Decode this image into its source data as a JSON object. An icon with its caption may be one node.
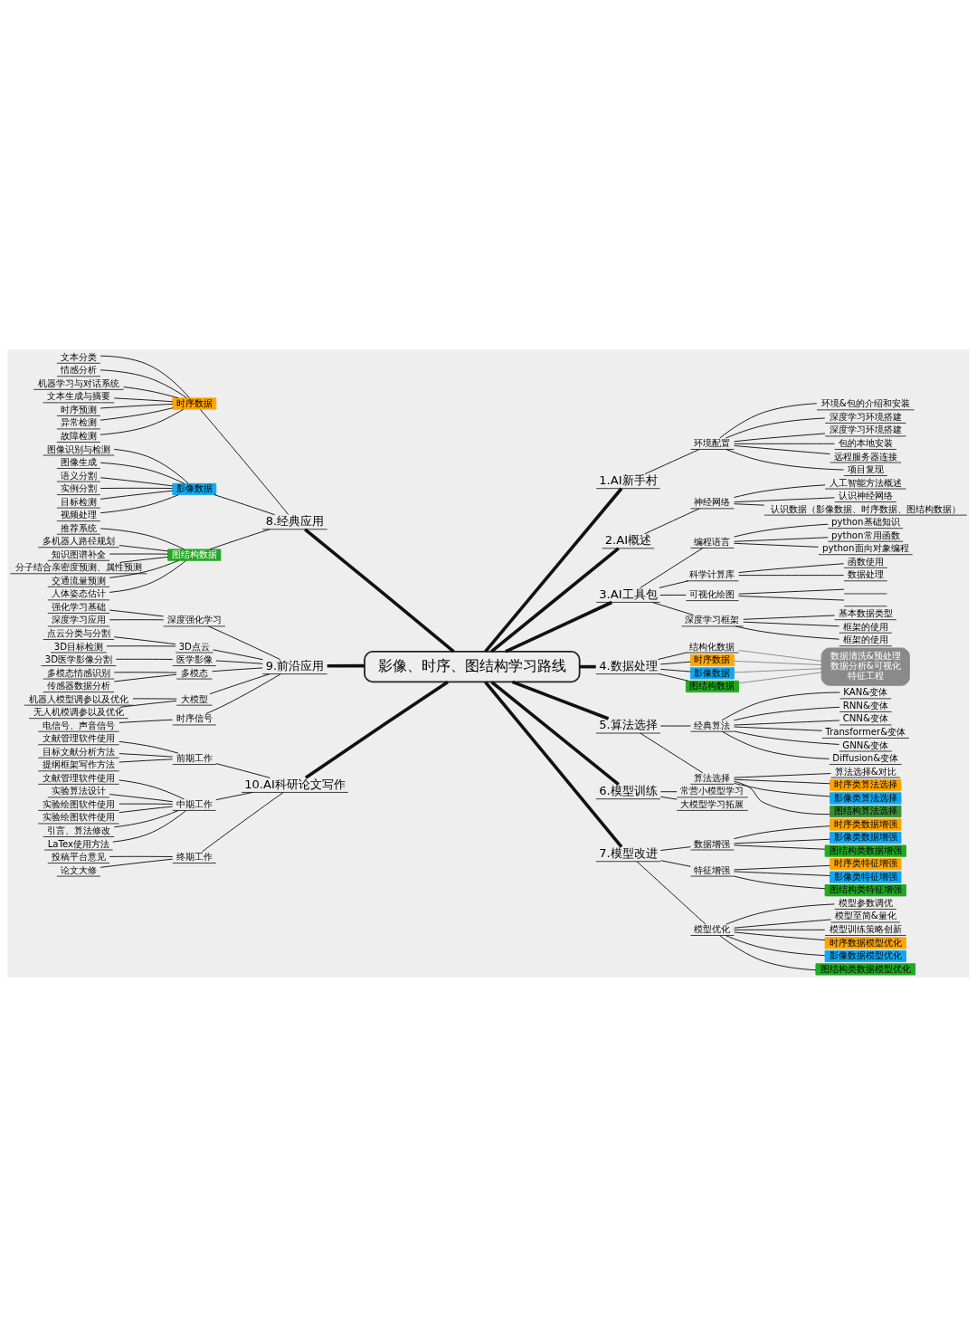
{
  "diagram": {
    "nodes": [
      {
        "text": [
          "影像、时序、图结构学习路线"
        ]
      },
      {
        "text": [
          "1.AI新手村"
        ]
      },
      {
        "text": [
          "环境配置"
        ]
      },
      {
        "text": [
          "环境&包的介绍和安装"
        ]
      },
      {
        "text": [
          "深度学习环境搭建"
        ]
      },
      {
        "text": [
          "深度学习环境搭建"
        ]
      },
      {
        "text": [
          "包的本地安装"
        ]
      },
      {
        "text": [
          "远程服务器连接"
        ]
      },
      {
        "text": [
          "项目复现"
        ]
      },
      {
        "text": [
          "2.AI概述"
        ]
      },
      {
        "text": [
          "神经网络"
        ]
      },
      {
        "text": [
          "人工智能方法概述"
        ]
      },
      {
        "text": [
          "认识神经网络"
        ]
      },
      {
        "text": [
          "认识数据（影像数据、时序数据、图结构数据）"
        ]
      },
      {
        "text": [
          "3.AI工具包"
        ]
      },
      {
        "text": [
          "编程语言"
        ]
      },
      {
        "text": [
          "python基础知识"
        ]
      },
      {
        "text": [
          "python常用函数"
        ]
      },
      {
        "text": [
          "python面向对象编程"
        ]
      },
      {
        "text": [
          "科学计算库"
        ]
      },
      {
        "text": [
          "函数使用"
        ]
      },
      {
        "text": [
          "数据处理"
        ]
      },
      {
        "text": [
          "可视化绘图"
        ]
      },
      {
        "text": [],
        "shape": "line"
      },
      {
        "text": [],
        "shape": "line"
      },
      {
        "text": [
          "深度学习框架"
        ]
      },
      {
        "text": [
          "基本数据类型"
        ]
      },
      {
        "text": [
          "框架的使用"
        ]
      },
      {
        "text": [
          "框架的使用"
        ]
      },
      {
        "text": [
          "4.数据处理"
        ]
      },
      {
        "text": [
          "结构化数据"
        ]
      },
      {
        "text": [
          "时序数据"
        ]
      },
      {
        "text": [
          "影像数据"
        ]
      },
      {
        "text": [
          "图结构数据"
        ]
      },
      {
        "text": [
          "数据清洗&预处理",
          "数据分析&可视化",
          "特征工程"
        ]
      },
      {
        "text": [
          "5.算法选择"
        ]
      },
      {
        "text": [
          "经典算法"
        ]
      },
      {
        "text": [
          "KAN&变体"
        ]
      },
      {
        "text": [
          "RNN&变体"
        ]
      },
      {
        "text": [
          "CNN&变体"
        ]
      },
      {
        "text": [
          "Transformer&变体"
        ]
      },
      {
        "text": [
          "GNN&变体"
        ]
      },
      {
        "text": [
          "Diffusion&变体"
        ]
      },
      {
        "text": [
          "算法选择"
        ]
      },
      {
        "text": [
          "算法选择&对比"
        ]
      },
      {
        "text": [
          "时序类算法选择"
        ]
      },
      {
        "text": [
          "影像类算法选择"
        ]
      },
      {
        "text": [
          "图结构算法选择"
        ]
      },
      {
        "text": [
          "6.模型训练"
        ]
      },
      {
        "text": [
          "常营小模型学习"
        ]
      },
      {
        "text": [
          "大模型学习拓展"
        ]
      },
      {
        "text": [
          "7.模型改进"
        ]
      },
      {
        "text": [
          "数据增强"
        ]
      },
      {
        "text": [
          "时序类数据增强"
        ]
      },
      {
        "text": [
          "影像类数据增强"
        ]
      },
      {
        "text": [
          "图结构类数据增强"
        ]
      },
      {
        "text": [
          "特征增强"
        ]
      },
      {
        "text": [
          "时序类特征增强"
        ]
      },
      {
        "text": [
          "影像类特征增强"
        ]
      },
      {
        "text": [
          "图结构类特征增强"
        ]
      },
      {
        "text": [
          "模型优化"
        ]
      },
      {
        "text": [
          "模型参数调优"
        ]
      },
      {
        "text": [
          "模型至简&量化"
        ]
      },
      {
        "text": [
          "模型训练策略创新"
        ]
      },
      {
        "text": [
          "时序数据模型优化"
        ]
      },
      {
        "text": [
          "影像数据模型优化"
        ]
      },
      {
        "text": [
          "图结构类数据模型优化"
        ]
      },
      {
        "text": [
          "8.经典应用"
        ]
      },
      {
        "text": [
          "时序数据"
        ]
      },
      {
        "text": [
          "文本分类"
        ]
      },
      {
        "text": [
          "情感分析"
        ]
      },
      {
        "text": [
          "机器学习与对话系统"
        ]
      },
      {
        "text": [
          "文本生成与摘要"
        ]
      },
      {
        "text": [
          "时序预测"
        ]
      },
      {
        "text": [
          "异常检测"
        ]
      },
      {
        "text": [
          "故障检测"
        ]
      },
      {
        "text": [
          "影像数据"
        ]
      },
      {
        "text": [
          "图像识别与检测"
        ]
      },
      {
        "text": [
          "图像生成"
        ]
      },
      {
        "text": [
          "语义分割"
        ]
      },
      {
        "text": [
          "实例分割"
        ]
      },
      {
        "text": [
          "目标检测"
        ]
      },
      {
        "text": [
          "视频处理"
        ]
      },
      {
        "text": [
          "图结构数据"
        ]
      },
      {
        "text": [
          "推荐系统"
        ]
      },
      {
        "text": [
          "多机器人路径规划"
        ]
      },
      {
        "text": [
          "知识图谱补全"
        ]
      },
      {
        "text": [
          "分子结合亲密度预测、属性预测"
        ]
      },
      {
        "text": [
          "交通流量预测"
        ]
      },
      {
        "text": [
          "人体姿态估计"
        ]
      },
      {
        "text": [
          "9.前沿应用"
        ]
      },
      {
        "text": [
          "深度强化学习"
        ]
      },
      {
        "text": [
          "强化学习基础"
        ]
      },
      {
        "text": [
          "深度学习应用"
        ]
      },
      {
        "text": [
          "3D点云"
        ]
      },
      {
        "text": [
          "点云分类与分割"
        ]
      },
      {
        "text": [
          "3D目标检测"
        ]
      },
      {
        "text": [
          "医学影像"
        ]
      },
      {
        "text": [
          "3D医学影像分割"
        ]
      },
      {
        "text": [
          "多模态"
        ]
      },
      {
        "text": [
          "多模态情感识别"
        ]
      },
      {
        "text": [
          "传感器数据分析"
        ]
      },
      {
        "text": [
          "大模型"
        ]
      },
      {
        "text": [
          "机器人模型调参以及优化"
        ]
      },
      {
        "text": [
          "无人机模调参以及优化"
        ]
      },
      {
        "text": [
          "时序信号"
        ]
      },
      {
        "text": [
          "电信号、声音信号"
        ]
      },
      {
        "text": [
          "10.AI科研论文写作"
        ]
      },
      {
        "text": [
          "前期工作"
        ]
      },
      {
        "text": [
          "文献管理软件使用"
        ]
      },
      {
        "text": [
          "目标文献分析方法"
        ]
      },
      {
        "text": [
          "提纲框架写作方法"
        ]
      },
      {
        "text": [
          "中期工作"
        ]
      },
      {
        "text": [
          "文献管理软件使用"
        ]
      },
      {
        "text": [
          "实验算法设计"
        ]
      },
      {
        "text": [
          "实验绘图软件使用"
        ]
      },
      {
        "text": [
          "实验绘图软件使用"
        ]
      },
      {
        "text": [
          "引言、算法修改"
        ]
      },
      {
        "text": [
          "LaTex使用方法"
        ]
      },
      {
        "text": [
          "终期工作"
        ]
      },
      {
        "text": [
          "投稿平台意见"
        ]
      },
      {
        "text": [
          "论文大修"
        ]
      }
    ],
    "edges": [
      {
        "from": 0,
        "to": 1,
        "arrow": "none",
        "style": "thick"
      },
      {
        "from": 1,
        "to": 2,
        "arrow": "none"
      },
      {
        "from": 2,
        "to": 3,
        "arrow": "none"
      },
      {
        "from": 2,
        "to": 4,
        "arrow": "none"
      },
      {
        "from": 2,
        "to": 5,
        "arrow": "none"
      },
      {
        "from": 2,
        "to": 6,
        "arrow": "none"
      },
      {
        "from": 2,
        "to": 7,
        "arrow": "none"
      },
      {
        "from": 2,
        "to": 8,
        "arrow": "none"
      },
      {
        "from": 0,
        "to": 9,
        "arrow": "none",
        "style": "thick"
      },
      {
        "from": 9,
        "to": 10,
        "arrow": "none"
      },
      {
        "from": 10,
        "to": 11,
        "arrow": "none"
      },
      {
        "from": 10,
        "to": 12,
        "arrow": "none"
      },
      {
        "from": 10,
        "to": 13,
        "arrow": "none"
      },
      {
        "from": 0,
        "to": 14,
        "arrow": "none",
        "style": "thick"
      },
      {
        "from": 14,
        "to": 15,
        "arrow": "none"
      },
      {
        "from": 15,
        "to": 16,
        "arrow": "none"
      },
      {
        "from": 15,
        "to": 17,
        "arrow": "none"
      },
      {
        "from": 15,
        "to": 18,
        "arrow": "none"
      },
      {
        "from": 14,
        "to": 19,
        "arrow": "none"
      },
      {
        "from": 19,
        "to": 20,
        "arrow": "none"
      },
      {
        "from": 19,
        "to": 21,
        "arrow": "none"
      },
      {
        "from": 14,
        "to": 22,
        "arrow": "none"
      },
      {
        "from": 22,
        "to": 23,
        "arrow": "none"
      },
      {
        "from": 22,
        "to": 24,
        "arrow": "none"
      },
      {
        "from": 14,
        "to": 25,
        "arrow": "none"
      },
      {
        "from": 25,
        "to": 26,
        "arrow": "none"
      },
      {
        "from": 25,
        "to": 27,
        "arrow": "none"
      },
      {
        "from": 25,
        "to": 28,
        "arrow": "none"
      },
      {
        "from": 0,
        "to": 29,
        "arrow": "none",
        "style": "thick"
      },
      {
        "from": 29,
        "to": 30,
        "arrow": "none"
      },
      {
        "from": 29,
        "to": 31,
        "arrow": "none"
      },
      {
        "from": 29,
        "to": 32,
        "arrow": "none"
      },
      {
        "from": 29,
        "to": 33,
        "arrow": "none"
      },
      {
        "from": 30,
        "to": 34,
        "arrow": "none",
        "color": "#888888"
      },
      {
        "from": 31,
        "to": 34,
        "arrow": "none",
        "color": "#888888"
      },
      {
        "from": 32,
        "to": 34,
        "arrow": "none",
        "color": "#888888"
      },
      {
        "from": 33,
        "to": 34,
        "arrow": "none",
        "color": "#888888"
      },
      {
        "from": 0,
        "to": 35,
        "arrow": "none",
        "style": "thick"
      },
      {
        "from": 35,
        "to": 36,
        "arrow": "none"
      },
      {
        "from": 36,
        "to": 37,
        "arrow": "none"
      },
      {
        "from": 36,
        "to": 38,
        "arrow": "none"
      },
      {
        "from": 36,
        "to": 39,
        "arrow": "none"
      },
      {
        "from": 36,
        "to": 40,
        "arrow": "none"
      },
      {
        "from": 36,
        "to": 41,
        "arrow": "none"
      },
      {
        "from": 36,
        "to": 42,
        "arrow": "none"
      },
      {
        "from": 35,
        "to": 43,
        "arrow": "none"
      },
      {
        "from": 43,
        "to": 44,
        "arrow": "none"
      },
      {
        "from": 43,
        "to": 45,
        "arrow": "none"
      },
      {
        "from": 43,
        "to": 46,
        "arrow": "none"
      },
      {
        "from": 43,
        "to": 47,
        "arrow": "none"
      },
      {
        "from": 0,
        "to": 48,
        "arrow": "none",
        "style": "thick"
      },
      {
        "from": 48,
        "to": 49,
        "arrow": "none"
      },
      {
        "from": 48,
        "to": 50,
        "arrow": "none"
      },
      {
        "from": 0,
        "to": 51,
        "arrow": "none",
        "style": "thick"
      },
      {
        "from": 51,
        "to": 52,
        "arrow": "none"
      },
      {
        "from": 52,
        "to": 53,
        "arrow": "none"
      },
      {
        "from": 52,
        "to": 54,
        "arrow": "none"
      },
      {
        "from": 52,
        "to": 55,
        "arrow": "none"
      },
      {
        "from": 51,
        "to": 56,
        "arrow": "none"
      },
      {
        "from": 56,
        "to": 57,
        "arrow": "none"
      },
      {
        "from": 56,
        "to": 58,
        "arrow": "none"
      },
      {
        "from": 56,
        "to": 59,
        "arrow": "none"
      },
      {
        "from": 51,
        "to": 60,
        "arrow": "none"
      },
      {
        "from": 60,
        "to": 61,
        "arrow": "none"
      },
      {
        "from": 60,
        "to": 62,
        "arrow": "none"
      },
      {
        "from": 60,
        "to": 63,
        "arrow": "none"
      },
      {
        "from": 60,
        "to": 64,
        "arrow": "none"
      },
      {
        "from": 60,
        "to": 65,
        "arrow": "none"
      },
      {
        "from": 60,
        "to": 66,
        "arrow": "none"
      },
      {
        "from": 0,
        "to": 67,
        "arrow": "none",
        "style": "thick"
      },
      {
        "from": 67,
        "to": 68,
        "arrow": "none"
      },
      {
        "from": 68,
        "to": 69,
        "arrow": "none"
      },
      {
        "from": 68,
        "to": 70,
        "arrow": "none"
      },
      {
        "from": 68,
        "to": 71,
        "arrow": "none"
      },
      {
        "from": 68,
        "to": 72,
        "arrow": "none"
      },
      {
        "from": 68,
        "to": 73,
        "arrow": "none"
      },
      {
        "from": 68,
        "to": 74,
        "arrow": "none"
      },
      {
        "from": 68,
        "to": 75,
        "arrow": "none"
      },
      {
        "from": 67,
        "to": 76,
        "arrow": "none"
      },
      {
        "from": 76,
        "to": 77,
        "arrow": "none"
      },
      {
        "from": 76,
        "to": 78,
        "arrow": "none"
      },
      {
        "from": 76,
        "to": 79,
        "arrow": "none"
      },
      {
        "from": 76,
        "to": 80,
        "arrow": "none"
      },
      {
        "from": 76,
        "to": 81,
        "arrow": "none"
      },
      {
        "from": 76,
        "to": 82,
        "arrow": "none"
      },
      {
        "from": 67,
        "to": 83,
        "arrow": "none"
      },
      {
        "from": 83,
        "to": 84,
        "arrow": "none"
      },
      {
        "from": 83,
        "to": 85,
        "arrow": "none"
      },
      {
        "from": 83,
        "to": 86,
        "arrow": "none"
      },
      {
        "from": 83,
        "to": 87,
        "arrow": "none"
      },
      {
        "from": 83,
        "to": 88,
        "arrow": "none"
      },
      {
        "from": 83,
        "to": 89,
        "arrow": "none"
      },
      {
        "from": 0,
        "to": 90,
        "arrow": "none",
        "style": "thick"
      },
      {
        "from": 90,
        "to": 91,
        "arrow": "none"
      },
      {
        "from": 91,
        "to": 92,
        "arrow": "none"
      },
      {
        "from": 91,
        "to": 93,
        "arrow": "none"
      },
      {
        "from": 90,
        "to": 94,
        "arrow": "none"
      },
      {
        "from": 94,
        "to": 95,
        "arrow": "none"
      },
      {
        "from": 94,
        "to": 96,
        "arrow": "none"
      },
      {
        "from": 90,
        "to": 97,
        "arrow": "none"
      },
      {
        "from": 97,
        "to": 98,
        "arrow": "none"
      },
      {
        "from": 90,
        "to": 99,
        "arrow": "none"
      },
      {
        "from": 99,
        "to": 100,
        "arrow": "none"
      },
      {
        "from": 99,
        "to": 101,
        "arrow": "none"
      },
      {
        "from": 90,
        "to": 102,
        "arrow": "none"
      },
      {
        "from": 102,
        "to": 103,
        "arrow": "none"
      },
      {
        "from": 102,
        "to": 104,
        "arrow": "none"
      },
      {
        "from": 90,
        "to": 105,
        "arrow": "none"
      },
      {
        "from": 105,
        "to": 106,
        "arrow": "none"
      },
      {
        "from": 0,
        "to": 107,
        "arrow": "none",
        "style": "thick"
      },
      {
        "from": 107,
        "to": 108,
        "arrow": "none"
      },
      {
        "from": 108,
        "to": 109,
        "arrow": "none"
      },
      {
        "from": 108,
        "to": 110,
        "arrow": "none"
      },
      {
        "from": 108,
        "to": 111,
        "arrow": "none"
      },
      {
        "from": 107,
        "to": 112,
        "arrow": "none"
      },
      {
        "from": 112,
        "to": 113,
        "arrow": "none"
      },
      {
        "from": 112,
        "to": 114,
        "arrow": "none"
      },
      {
        "from": 112,
        "to": 115,
        "arrow": "none"
      },
      {
        "from": 112,
        "to": 116,
        "arrow": "none"
      },
      {
        "from": 112,
        "to": 117,
        "arrow": "none"
      },
      {
        "from": 112,
        "to": 118,
        "arrow": "none"
      },
      {
        "from": 107,
        "to": 119,
        "arrow": "none"
      },
      {
        "from": 119,
        "to": 120,
        "arrow": "none"
      },
      {
        "from": 119,
        "to": 121,
        "arrow": "none"
      }
    ]
  }
}
